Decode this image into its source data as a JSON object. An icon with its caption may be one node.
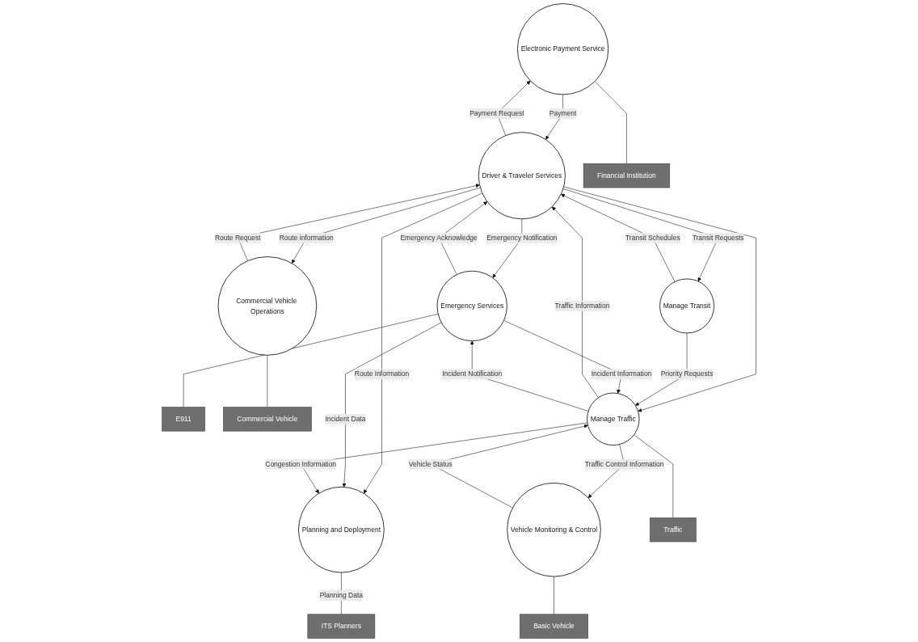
{
  "diagram": {
    "nodes": [
      {
        "text": [
          "Electronic Payment Service"
        ]
      },
      {
        "text": [
          "Driver & Traveler Services"
        ]
      },
      {
        "text": [
          "Emergency Services"
        ]
      },
      {
        "text": [
          "Financial Institution"
        ]
      },
      {
        "text": [
          "E911"
        ]
      },
      {
        "text": [
          "Commercial Vehicle Operations"
        ]
      },
      {
        "text": [
          "Manage Transit"
        ]
      },
      {
        "text": [
          "Planning and Deployment"
        ]
      },
      {
        "text": [
          "Commercial Vehicle"
        ]
      },
      {
        "text": [
          "ITS Planners"
        ]
      },
      {
        "text": [
          "Vehicle Monitoring & Control"
        ]
      },
      {
        "text": [
          "Manage Traffic"
        ]
      },
      {
        "text": [
          "Basic Vehicle"
        ]
      },
      {
        "text": [
          "Traffic"
        ]
      }
    ],
    "edges": [
      {
        "from": 1,
        "to": 0,
        "arrow": "to",
        "label": "Payment Request"
      },
      {
        "from": 0,
        "to": 1,
        "arrow": "to",
        "label": "Payment"
      },
      {
        "from": 2,
        "to": 1,
        "arrow": "to",
        "label": "Emergency Acknowledge"
      },
      {
        "from": 1,
        "to": 2,
        "arrow": "to",
        "label": "Emergency Notification"
      },
      {
        "from": 0,
        "to": 3,
        "arrow": "none"
      },
      {
        "from": 2,
        "to": 4,
        "arrow": "none"
      },
      {
        "from": 5,
        "to": 1,
        "arrow": "to",
        "label": "Route Request"
      },
      {
        "from": 1,
        "to": 5,
        "arrow": "to",
        "label": "Route information"
      },
      {
        "from": 6,
        "to": 1,
        "arrow": "to",
        "label": "Transit Schedules"
      },
      {
        "from": 1,
        "to": 6,
        "arrow": "to",
        "label": "Transit Requests"
      },
      {
        "from": 1,
        "to": 7,
        "arrow": "to",
        "label": "Route Information"
      },
      {
        "from": 2,
        "to": 7,
        "arrow": "to",
        "label": "Incident Data"
      },
      {
        "from": 11,
        "to": 1,
        "arrow": "to",
        "label": "Traffic Information"
      },
      {
        "from": 1,
        "to": 11,
        "arrow": "to"
      },
      {
        "from": 6,
        "to": 11,
        "arrow": "to",
        "label": "Priority Requests"
      },
      {
        "from": 11,
        "to": 7,
        "arrow": "to",
        "label": "Congestion Information"
      },
      {
        "from": 7,
        "to": 9,
        "arrow": "none",
        "label": "Planning Data"
      },
      {
        "from": 5,
        "to": 8,
        "arrow": "none"
      },
      {
        "from": 10,
        "to": 11,
        "arrow": "to",
        "label": "Vehicle Status"
      },
      {
        "from": 11,
        "to": 10,
        "arrow": "to",
        "label": "Traffic Control Information"
      },
      {
        "from": 10,
        "to": 12,
        "arrow": "none"
      },
      {
        "from": 11,
        "to": 13,
        "arrow": "none"
      },
      {
        "from": 2,
        "to": 11,
        "arrow": "to",
        "label": "Incident Information"
      },
      {
        "from": 11,
        "to": 2,
        "arrow": "to",
        "label": "Incident Notification"
      }
    ]
  }
}
